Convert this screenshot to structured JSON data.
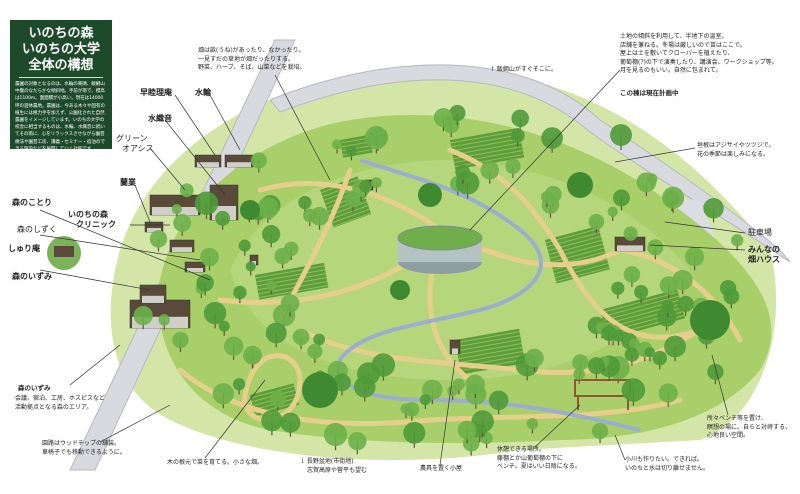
{
  "title_box": {
    "title_lines": [
      "いのちの森",
      "いのちの大学",
      "全体の構想"
    ],
    "body": "農園の対象となるのは、水輪の東隣、飯綱山中腹のなだらかな傾斜地。手前が南で、標高は1100m。面面積が小高い。現在は14000坪の遊休農地。農園は、今ある木々や固有の植生には極力手を加えず、公園化された自然農園をイメージしています。いのちの大学の校舎に相当するものは、水輪、水織音に続いてその南に、心をリラックスさせながら園芸療法や園芸工房、講義・セミナー・宿泊のできる施設などを展開していく計画です。"
  },
  "labels": {
    "sousuirian": "早睦理庵",
    "suirin": "水輪",
    "suioto": "水織音",
    "green_oasis": [
      "グリーン",
      "オアシス"
    ],
    "rangyo": "蘭業",
    "clinic": [
      "いのちの森",
      "クリニック"
    ],
    "mori_no_kotori": "森のことり",
    "mori_no_shizuku": "森のしずく",
    "shuri_an": "しゅり庵",
    "mori_no_izumi": "森のいずみ",
    "parking": "駐車場",
    "hatake_house": [
      "みんなの",
      "畑ハウス"
    ]
  },
  "notes": {
    "fields": [
      "畑は畝(うね)があったり、なかったり。",
      "一見すだの草地が畑だったりする。",
      "野菜、ハーブ、そば、山菜などを栽培。"
    ],
    "iizuna": "↑ 飯綱山がすぐそこに。",
    "greenhouse": [
      "土地の傾斜を利用して、半地下の温室。",
      "店舗を兼ねる。冬場は厳しいので苗はここで。",
      "屋上は土を敷いてクローバーを植えたり、",
      "葡萄棚(?)の下で演奏したり、講演会、ワークショップ等。",
      "月を見るのもいい。自然に包まれて。"
    ],
    "greenhouse_status": "この棟は現在計画中",
    "hedge": [
      "垣根はアジサイやツツジで。",
      "花の季節は楽しみになる。"
    ],
    "izumi_title": "森のいずみ",
    "izumi": [
      "会議、宿泊、工房、ホスピスなど",
      "活動拠点となる森のエリア。"
    ],
    "paths": [
      "園路はウッドチップの舗装。",
      "車椅子でも移動できるように。"
    ],
    "small_field": "木の根元で菜を育てる。小さな畑。",
    "nagano": [
      "↓ 長野盆地(市街地)",
      "志賀高原や菅平も望む"
    ],
    "tool_shed": "農具を置く小屋",
    "rest": [
      "休憩できる場所。",
      "藤棚とか山葡萄棚の下に",
      "ベンチ。夏はいい日陰になる。"
    ],
    "stream": [
      "小川も作りたい。できれば。",
      "いのちと水は切り離せません。"
    ],
    "benches": [
      "所々ベンチ等を置け、",
      "瞑想の場に。自らと対峙する、",
      "心地良い空間。"
    ]
  },
  "colors": {
    "title_bg": "#1e4a2c",
    "grass": "#a9cf6b",
    "grass_light": "#c9e08f",
    "path": "#e6cf8a",
    "road": "#d9d9e0",
    "stream": "#9aaed0",
    "tree": "#4f9a3a",
    "roof": "#5a4a3a"
  }
}
